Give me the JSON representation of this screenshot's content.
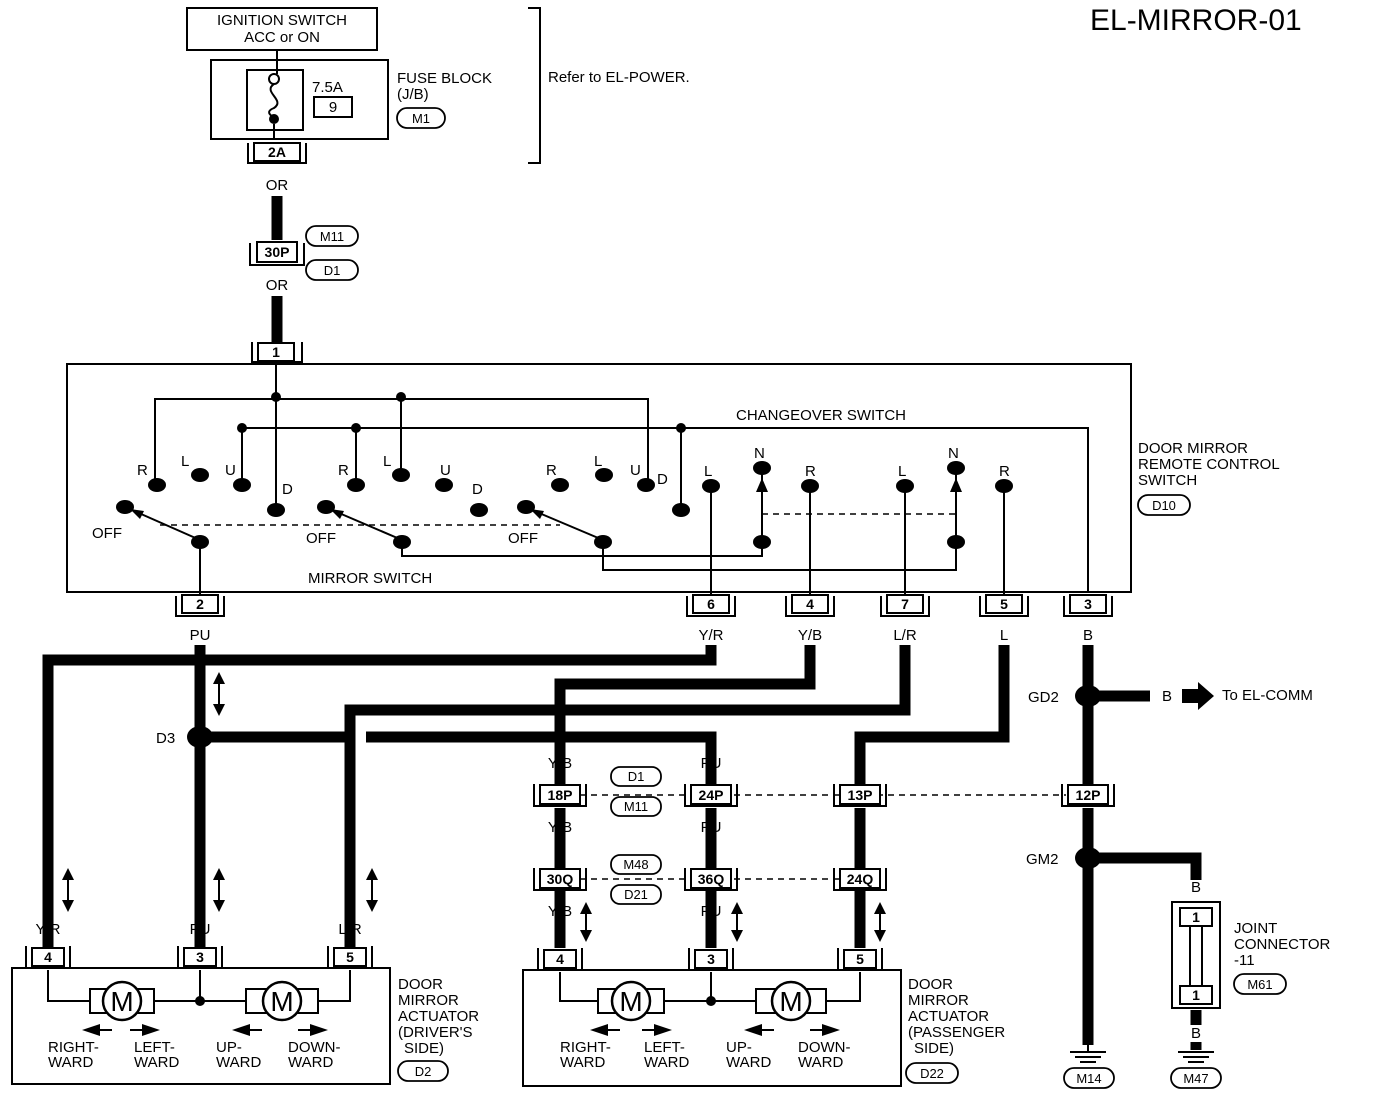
{
  "title": "EL-MIRROR-01",
  "power": {
    "ignition_line1": "IGNITION SWITCH",
    "ignition_line2": "ACC or ON",
    "fuse_block_line1": "FUSE BLOCK",
    "fuse_block_line2": "(J/B)",
    "fuse_rating": "7.5A",
    "fuse_number": "9",
    "fuse_connector": "M1",
    "fuse_pin": "2A",
    "refer_note": "Refer to EL-POWER."
  },
  "harness_top": {
    "wire_color_upper": "OR",
    "connector": "30P",
    "conn_ref_a": "M11",
    "conn_ref_b": "D1",
    "wire_color_lower": "OR"
  },
  "switch_unit": {
    "name_line1": "DOOR MIRROR",
    "name_line2": "REMOTE CONTROL",
    "name_line3": "SWITCH",
    "connector": "D10",
    "changeover_label": "CHANGEOVER SWITCH",
    "mirror_switch_label": "MIRROR SWITCH",
    "off_label": "OFF",
    "top_pin": "1",
    "contact_labels": {
      "R": "R",
      "L": "L",
      "U": "U",
      "D": "D",
      "N": "N"
    },
    "bottom_pins": [
      "2",
      "6",
      "4",
      "7",
      "5",
      "3"
    ],
    "bottom_wire_colors": [
      "PU",
      "Y/R",
      "Y/B",
      "L/R",
      "L",
      "B"
    ]
  },
  "ground_circuit": {
    "splice_gd2": "GD2",
    "to_comm_wire": "B",
    "to_comm_label": "To EL-COMM",
    "wire_b": "B",
    "connector": "12P",
    "splice_gm2": "GM2",
    "ground_m14": "M14",
    "ground_m47": "M47"
  },
  "joint_connector": {
    "line1": "JOINT",
    "line2": "CONNECTOR",
    "line3": "-11",
    "ref": "M61",
    "pin_top": "1",
    "pin_bottom": "1"
  },
  "splice_d3": "D3",
  "middle_connectors": {
    "row1": [
      "18P",
      "24P",
      "13P"
    ],
    "row1_refs": [
      "D1",
      "M11"
    ],
    "row2": [
      "30Q",
      "36Q",
      "24Q"
    ],
    "row2_refs": [
      "M48",
      "D21"
    ],
    "wire_colors": [
      "Y/B",
      "PU",
      "L"
    ]
  },
  "driver_actuator": {
    "name_line1": "DOOR",
    "name_line2": "MIRROR",
    "name_line3": "ACTUATOR",
    "name_line4": "(DRIVER'S",
    "name_line5": "SIDE)",
    "connector": "D2",
    "pins": [
      "4",
      "3",
      "5"
    ],
    "wire_colors": [
      "Y/R",
      "PU",
      "L/R"
    ],
    "motor_label": "M",
    "dir_right_1": "RIGHT-",
    "dir_right_2": "WARD",
    "dir_left_1": "LEFT-",
    "dir_left_2": "WARD",
    "dir_up_1": "UP-",
    "dir_up_2": "WARD",
    "dir_down_1": "DOWN-",
    "dir_down_2": "WARD"
  },
  "passenger_actuator": {
    "name_line1": "DOOR",
    "name_line2": "MIRROR",
    "name_line3": "ACTUATOR",
    "name_line4": "(PASSENGER",
    "name_line5": "SIDE)",
    "connector": "D22",
    "pins": [
      "4",
      "3",
      "5"
    ],
    "motor_label": "M"
  }
}
